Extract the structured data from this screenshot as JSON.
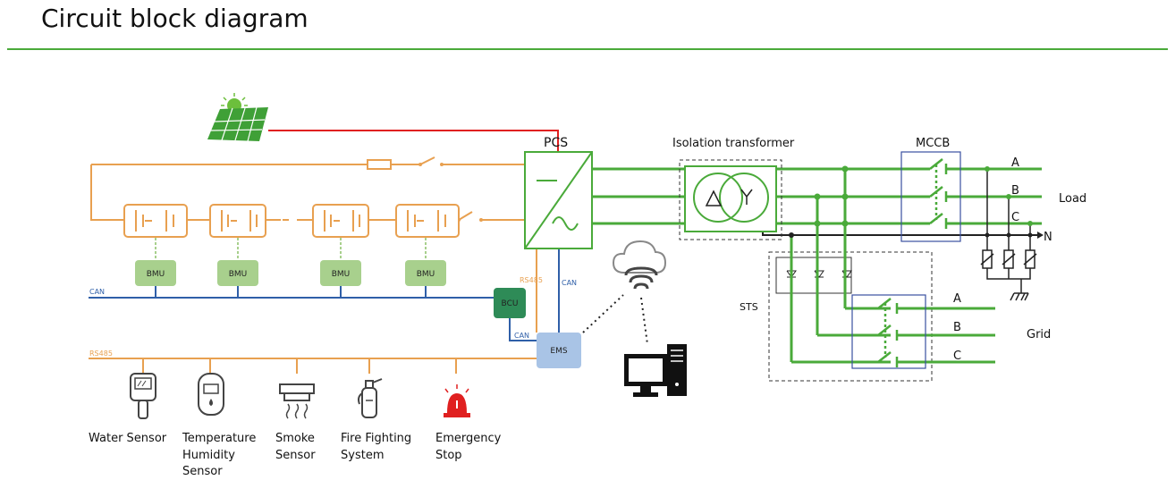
{
  "title": "Circuit block diagram",
  "labels": {
    "pcs": "PCS",
    "isolation_transformer": "Isolation transformer",
    "mccb": "MCCB",
    "load": "Load",
    "grid": "Grid",
    "sts": "STS",
    "neutral": "N",
    "phases_load": [
      "A",
      "B",
      "C"
    ],
    "phases_grid": [
      "A",
      "B",
      "C"
    ],
    "can_left": "CAN",
    "can_pcs": "CAN",
    "can_ems": "CAN",
    "rs485_left": "RS485",
    "rs485_pcs": "RS485",
    "bcu": "BCU",
    "ems": "EMS",
    "bmu": [
      "BMU",
      "BMU",
      "BMU",
      "BMU"
    ]
  },
  "sensors": [
    {
      "icon": "water-sensor-icon",
      "lines": [
        "Water Sensor"
      ]
    },
    {
      "icon": "temperature-humidity-sensor-icon",
      "lines": [
        "Temperature",
        "Humidity",
        "Sensor"
      ]
    },
    {
      "icon": "smoke-sensor-icon",
      "lines": [
        "Smoke",
        "Sensor"
      ]
    },
    {
      "icon": "fire-extinguisher-icon",
      "lines": [
        "Fire Fighting",
        "System"
      ]
    },
    {
      "icon": "emergency-stop-icon",
      "lines": [
        "Emergency",
        "Stop"
      ]
    }
  ],
  "colors": {
    "orange": "#e8a050",
    "green": "#4aaa3a",
    "blue": "#2f5fa8",
    "red": "#e02020",
    "bmu_fill": "#a8d08d",
    "bcu_fill": "#2e8b57",
    "ems_fill": "#a9c4e6"
  }
}
